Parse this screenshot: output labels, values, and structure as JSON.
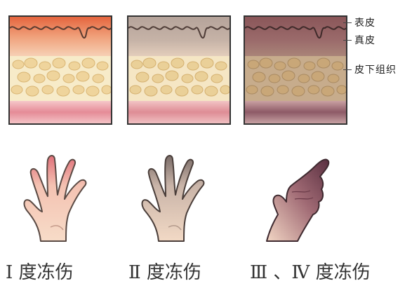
{
  "layer_labels": {
    "epidermis": "表皮",
    "dermis": "真皮",
    "subcutaneous": "皮下组织"
  },
  "captions": [
    "Ⅰ 度冻伤",
    "Ⅱ 度冻伤",
    "Ⅲ 、Ⅳ 度冻伤"
  ],
  "colors": {
    "outline": "#333333",
    "degree1_surface": "#e87a52",
    "degree2_surface": "#a99a92",
    "degree3_surface": "#8a5a5e",
    "fat_tissue": "#f2ddb0",
    "muscle_pink": "#e9a6ae"
  }
}
